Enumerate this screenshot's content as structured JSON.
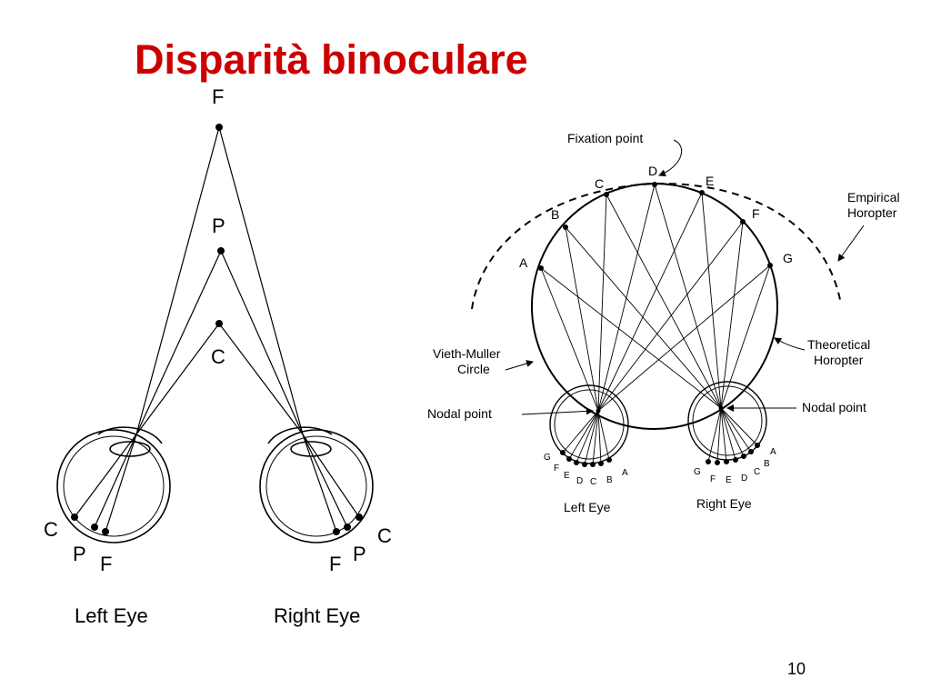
{
  "slide": {
    "title": "Disparità binoculare",
    "number": "10"
  },
  "left_diagram": {
    "point_F": "F",
    "point_P": "P",
    "point_C": "C",
    "retina_C": "C",
    "retina_P": "P",
    "retina_F": "F",
    "retina_C_r": "C",
    "retina_P_r": "P",
    "retina_F_r": "F",
    "left_eye_label": "Left Eye",
    "right_eye_label": "Right Eye"
  },
  "right_diagram": {
    "fixation_point": "Fixation point",
    "empirical_horopter": [
      "Empirical",
      "Horopter"
    ],
    "theoretical_horopter": [
      "Theoretical",
      "Horopter"
    ],
    "vieth_muller": [
      "Vieth-Muller",
      "Circle"
    ],
    "nodal_point_left": "Nodal point",
    "nodal_point_right": "Nodal point",
    "circle_points": [
      "A",
      "B",
      "C",
      "D",
      "E",
      "F",
      "G"
    ],
    "left_eye_retina": [
      "G",
      "F",
      "E",
      "D",
      "C",
      "B",
      "A"
    ],
    "right_eye_retina": [
      "G",
      "F",
      "E",
      "D",
      "C",
      "B",
      "A"
    ],
    "left_eye_label": "Left Eye",
    "right_eye_label": "Right Eye"
  }
}
